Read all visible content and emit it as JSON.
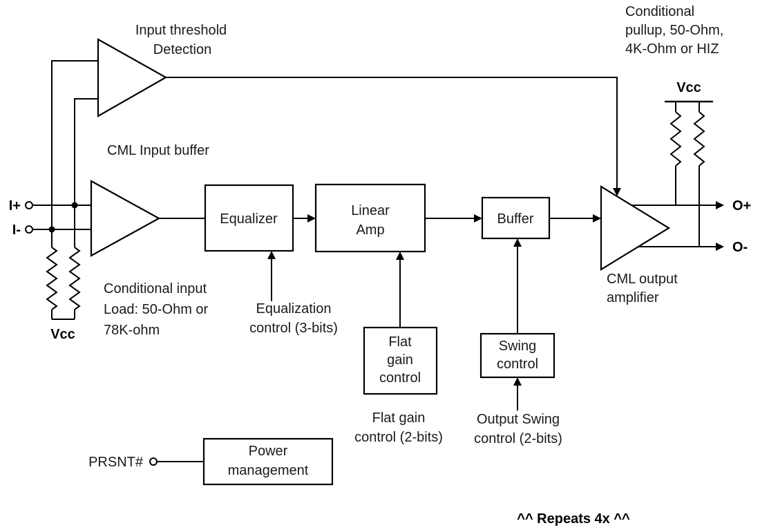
{
  "ports": {
    "i_plus": "I+",
    "i_minus": "I-",
    "o_plus": "O+",
    "o_minus": "O-",
    "prsnt": "PRSNT#"
  },
  "supplies": {
    "vcc_top": "Vcc",
    "vcc_left": "Vcc"
  },
  "blocks": {
    "input_threshold": {
      "lines": [
        "Input threshold",
        "Detection"
      ]
    },
    "cml_input_buffer": {
      "label": "CML Input buffer"
    },
    "equalizer": {
      "label": "Equalizer"
    },
    "linear_amp": {
      "lines": [
        "Linear",
        "Amp"
      ]
    },
    "buffer": {
      "label": "Buffer"
    },
    "cml_output_amp": {
      "lines": [
        "CML output",
        "amplifier"
      ]
    },
    "flat_gain_box": {
      "lines": [
        "Flat",
        "gain",
        "control"
      ]
    },
    "swing_box": {
      "lines": [
        "Swing",
        "control"
      ]
    },
    "power_mgmt": {
      "lines": [
        "Power",
        "management"
      ]
    }
  },
  "annotations": {
    "conditional_pullup": {
      "lines": [
        "Conditional",
        "pullup, 50-Ohm,",
        "4K-Ohm or HIZ"
      ]
    },
    "conditional_input": {
      "lines": [
        "Conditional input",
        "Load: 50-Ohm or",
        "78K-ohm"
      ]
    },
    "equalization_control": {
      "lines": [
        "Equalization",
        "control (3-bits)"
      ]
    },
    "flat_gain_control": {
      "lines": [
        "Flat gain",
        "control (2-bits)"
      ]
    },
    "output_swing_control": {
      "lines": [
        "Output Swing",
        "control (2-bits)"
      ]
    },
    "repeats": "^^ Repeats 4x ^^"
  },
  "colors": {
    "line": "#000000",
    "text": "#1a1a1a",
    "background": "#ffffff"
  }
}
